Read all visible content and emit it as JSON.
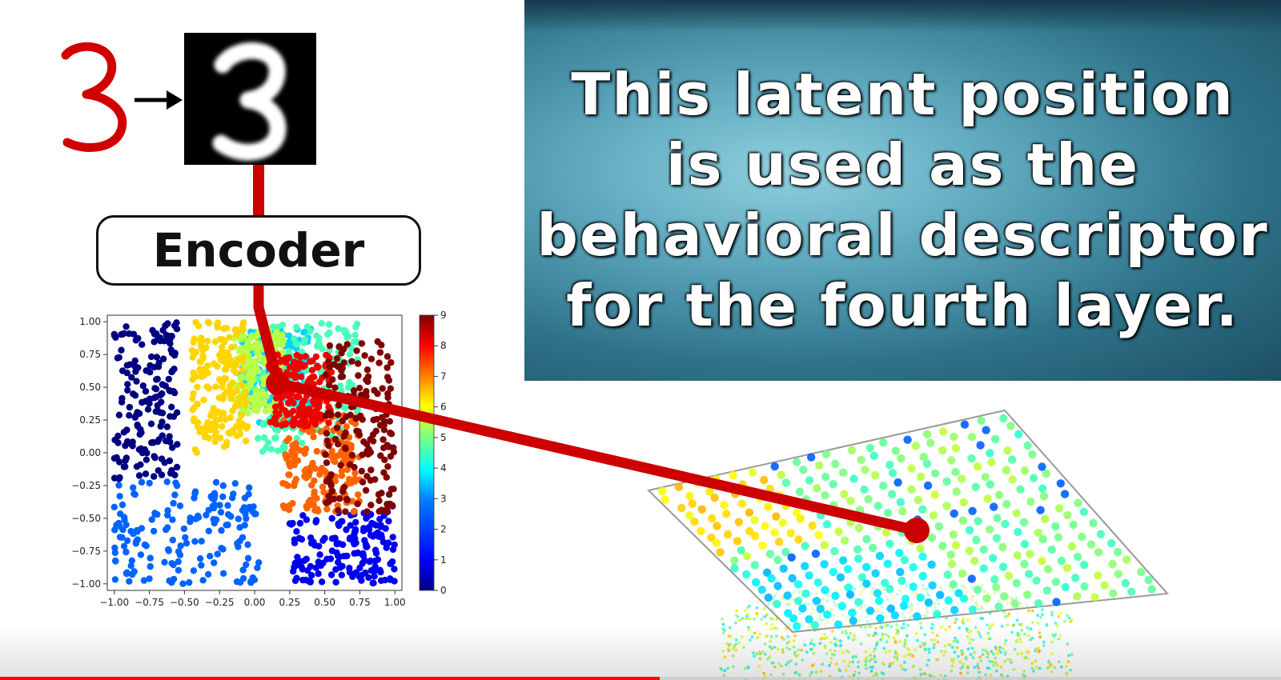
{
  "slide": {
    "headline_lines": [
      "This latent position",
      "is used as the",
      "behavioral descriptor",
      "for the fourth layer."
    ],
    "encoder_label": "Encoder",
    "digit_sketch": "3",
    "digit_image": "3",
    "colors": {
      "annotation_red": "#cc0000",
      "panel_mid": "#5fa9bf",
      "panel_dark": "#1d4f64"
    }
  },
  "player": {
    "progress_fraction": 0.515
  },
  "chart_data": [
    {
      "type": "scatter",
      "title": "",
      "xlabel": "",
      "ylabel": "",
      "xlim": [
        -1.05,
        1.05
      ],
      "ylim": [
        -1.05,
        1.05
      ],
      "x_ticks": [
        "−1.00",
        "−0.75",
        "−0.50",
        "−0.25",
        "0.00",
        "0.25",
        "0.50",
        "0.75",
        "1.00"
      ],
      "y_ticks": [
        "1.00",
        "0.75",
        "0.50",
        "0.25",
        "0.00",
        "−0.25",
        "−0.50",
        "−0.75",
        "−1.00"
      ],
      "colorbar": {
        "ticks": [
          "9",
          "8",
          "7",
          "6",
          "5",
          "4",
          "3",
          "2",
          "1",
          "0"
        ],
        "range": [
          0,
          9
        ],
        "colormap": "jet"
      },
      "selected_point": [
        0.15,
        0.55
      ],
      "clusters": [
        {
          "label": 0,
          "x_range": [
            -1.0,
            -0.55
          ],
          "y_range": [
            -0.2,
            1.0
          ]
        },
        {
          "label": 1,
          "x_range": [
            0.25,
            1.0
          ],
          "y_range": [
            -1.0,
            -0.45
          ]
        },
        {
          "label": 2,
          "x_range": [
            -1.0,
            0.05
          ],
          "y_range": [
            -1.0,
            -0.2
          ]
        },
        {
          "label": 3,
          "x_range": [
            -0.1,
            0.4
          ],
          "y_range": [
            0.2,
            0.95
          ]
        },
        {
          "label": 4,
          "x_range": [
            0.0,
            0.75
          ],
          "y_range": [
            0.0,
            1.0
          ]
        },
        {
          "label": 5,
          "x_range": [
            -0.15,
            0.2
          ],
          "y_range": [
            0.3,
            0.95
          ]
        },
        {
          "label": 6,
          "x_range": [
            -0.45,
            -0.05
          ],
          "y_range": [
            0.0,
            1.0
          ]
        },
        {
          "label": 7,
          "x_range": [
            0.2,
            0.75
          ],
          "y_range": [
            -0.45,
            0.3
          ]
        },
        {
          "label": 8,
          "x_range": [
            0.1,
            0.55
          ],
          "y_range": [
            0.2,
            0.75
          ]
        },
        {
          "label": 9,
          "x_range": [
            0.5,
            1.0
          ],
          "y_range": [
            -0.45,
            0.85
          ]
        }
      ]
    },
    {
      "type": "scatter",
      "title": "",
      "grid_surface": "tilted 3D plane",
      "selected_point": "highlighted red dot on plane"
    }
  ]
}
